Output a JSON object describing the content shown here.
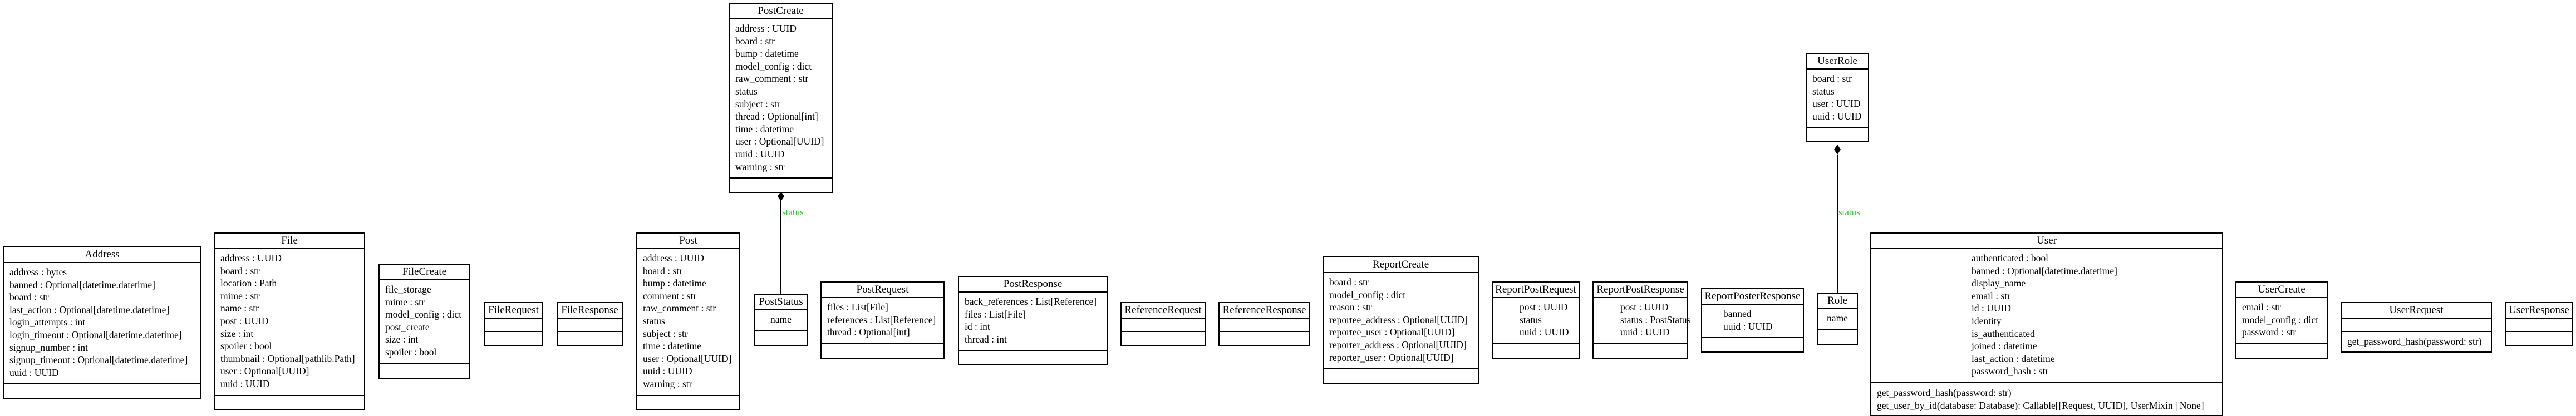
{
  "classes": {
    "address": {
      "name": "Address",
      "attrs": [
        "address : bytes",
        "banned : Optional[datetime.datetime]",
        "board : str",
        "last_action : Optional[datetime.datetime]",
        "login_attempts : int",
        "login_timeout : Optional[datetime.datetime]",
        "signup_number : int",
        "signup_timeout : Optional[datetime.datetime]",
        "uuid : UUID"
      ],
      "methods": []
    },
    "file": {
      "name": "File",
      "attrs": [
        "address : UUID",
        "board : str",
        "location : Path",
        "mime : str",
        "name : str",
        "post : UUID",
        "size : int",
        "spoiler : bool",
        "thumbnail : Optional[pathlib.Path]",
        "user : Optional[UUID]",
        "uuid : UUID"
      ],
      "methods": []
    },
    "file_create": {
      "name": "FileCreate",
      "attrs": [
        "file_storage",
        "mime : str",
        "model_config : dict",
        "post_create",
        "size : int",
        "spoiler : bool"
      ],
      "methods": []
    },
    "file_request": {
      "name": "FileRequest",
      "attrs": [],
      "methods": []
    },
    "file_response": {
      "name": "FileResponse",
      "attrs": [],
      "methods": []
    },
    "post_create": {
      "name": "PostCreate",
      "attrs": [
        "address : UUID",
        "board : str",
        "bump : datetime",
        "model_config : dict",
        "raw_comment : str",
        "status",
        "subject : str",
        "thread : Optional[int]",
        "time : datetime",
        "user : Optional[UUID]",
        "uuid : UUID",
        "warning : str"
      ],
      "methods": []
    },
    "post": {
      "name": "Post",
      "attrs": [
        "address : UUID",
        "board : str",
        "bump : datetime",
        "comment : str",
        "raw_comment : str",
        "status",
        "subject : str",
        "time : datetime",
        "user : Optional[UUID]",
        "uuid : UUID",
        "warning : str"
      ],
      "methods": []
    },
    "post_status": {
      "name": "PostStatus",
      "attrs": [
        "name"
      ],
      "methods": []
    },
    "post_request": {
      "name": "PostRequest",
      "attrs": [
        "files : List[File]",
        "references : List[Reference]",
        "thread : Optional[int]"
      ],
      "methods": []
    },
    "post_response": {
      "name": "PostResponse",
      "attrs": [
        "back_references : List[Reference]",
        "files : List[File]",
        "id : int",
        "thread : int"
      ],
      "methods": []
    },
    "reference_request": {
      "name": "ReferenceRequest",
      "attrs": [],
      "methods": []
    },
    "reference_response": {
      "name": "ReferenceResponse",
      "attrs": [],
      "methods": []
    },
    "report_create": {
      "name": "ReportCreate",
      "attrs": [
        "board : str",
        "model_config : dict",
        "reason : str",
        "reportee_address : Optional[UUID]",
        "reportee_user : Optional[UUID]",
        "reporter_address : Optional[UUID]",
        "reporter_user : Optional[UUID]"
      ],
      "methods": []
    },
    "report_post_request": {
      "name": "ReportPostRequest",
      "attrs": [
        "post : UUID",
        "status",
        "uuid : UUID"
      ],
      "methods": []
    },
    "report_post_response": {
      "name": "ReportPostResponse",
      "attrs": [
        "post : UUID",
        "status : PostStatus",
        "uuid : UUID"
      ],
      "methods": []
    },
    "report_poster_response": {
      "name": "ReportPosterResponse",
      "attrs": [
        "banned",
        "uuid : UUID"
      ],
      "methods": []
    },
    "user_role": {
      "name": "UserRole",
      "attrs": [
        "board : str",
        "status",
        "user : UUID",
        "uuid : UUID"
      ],
      "methods": []
    },
    "role": {
      "name": "Role",
      "attrs": [
        "name"
      ],
      "methods": []
    },
    "user": {
      "name": "User",
      "attrs": [
        "authenticated : bool",
        "banned : Optional[datetime.datetime]",
        "display_name",
        "email : str",
        "id : UUID",
        "identity",
        "is_authenticated",
        "joined : datetime",
        "last_action : datetime",
        "password_hash : str"
      ],
      "methods": [
        "get_password_hash(password: str)",
        "get_user_by_id(database: Database): Callable[[Request, UUID], UserMixin | None]"
      ]
    },
    "user_create": {
      "name": "UserCreate",
      "attrs": [
        "email : str",
        "model_config : dict",
        "password : str"
      ],
      "methods": []
    },
    "user_request": {
      "name": "UserRequest",
      "attrs": [],
      "methods": [
        "get_password_hash(password: str)"
      ]
    },
    "user_response": {
      "name": "UserResponse",
      "attrs": [],
      "methods": []
    }
  },
  "relations": [
    {
      "from": "post_status",
      "to": "post_create",
      "label": "status"
    },
    {
      "from": "role",
      "to": "user_role",
      "label": "status"
    }
  ],
  "colors": {
    "line": "#000000",
    "label": "#1fd41f"
  }
}
